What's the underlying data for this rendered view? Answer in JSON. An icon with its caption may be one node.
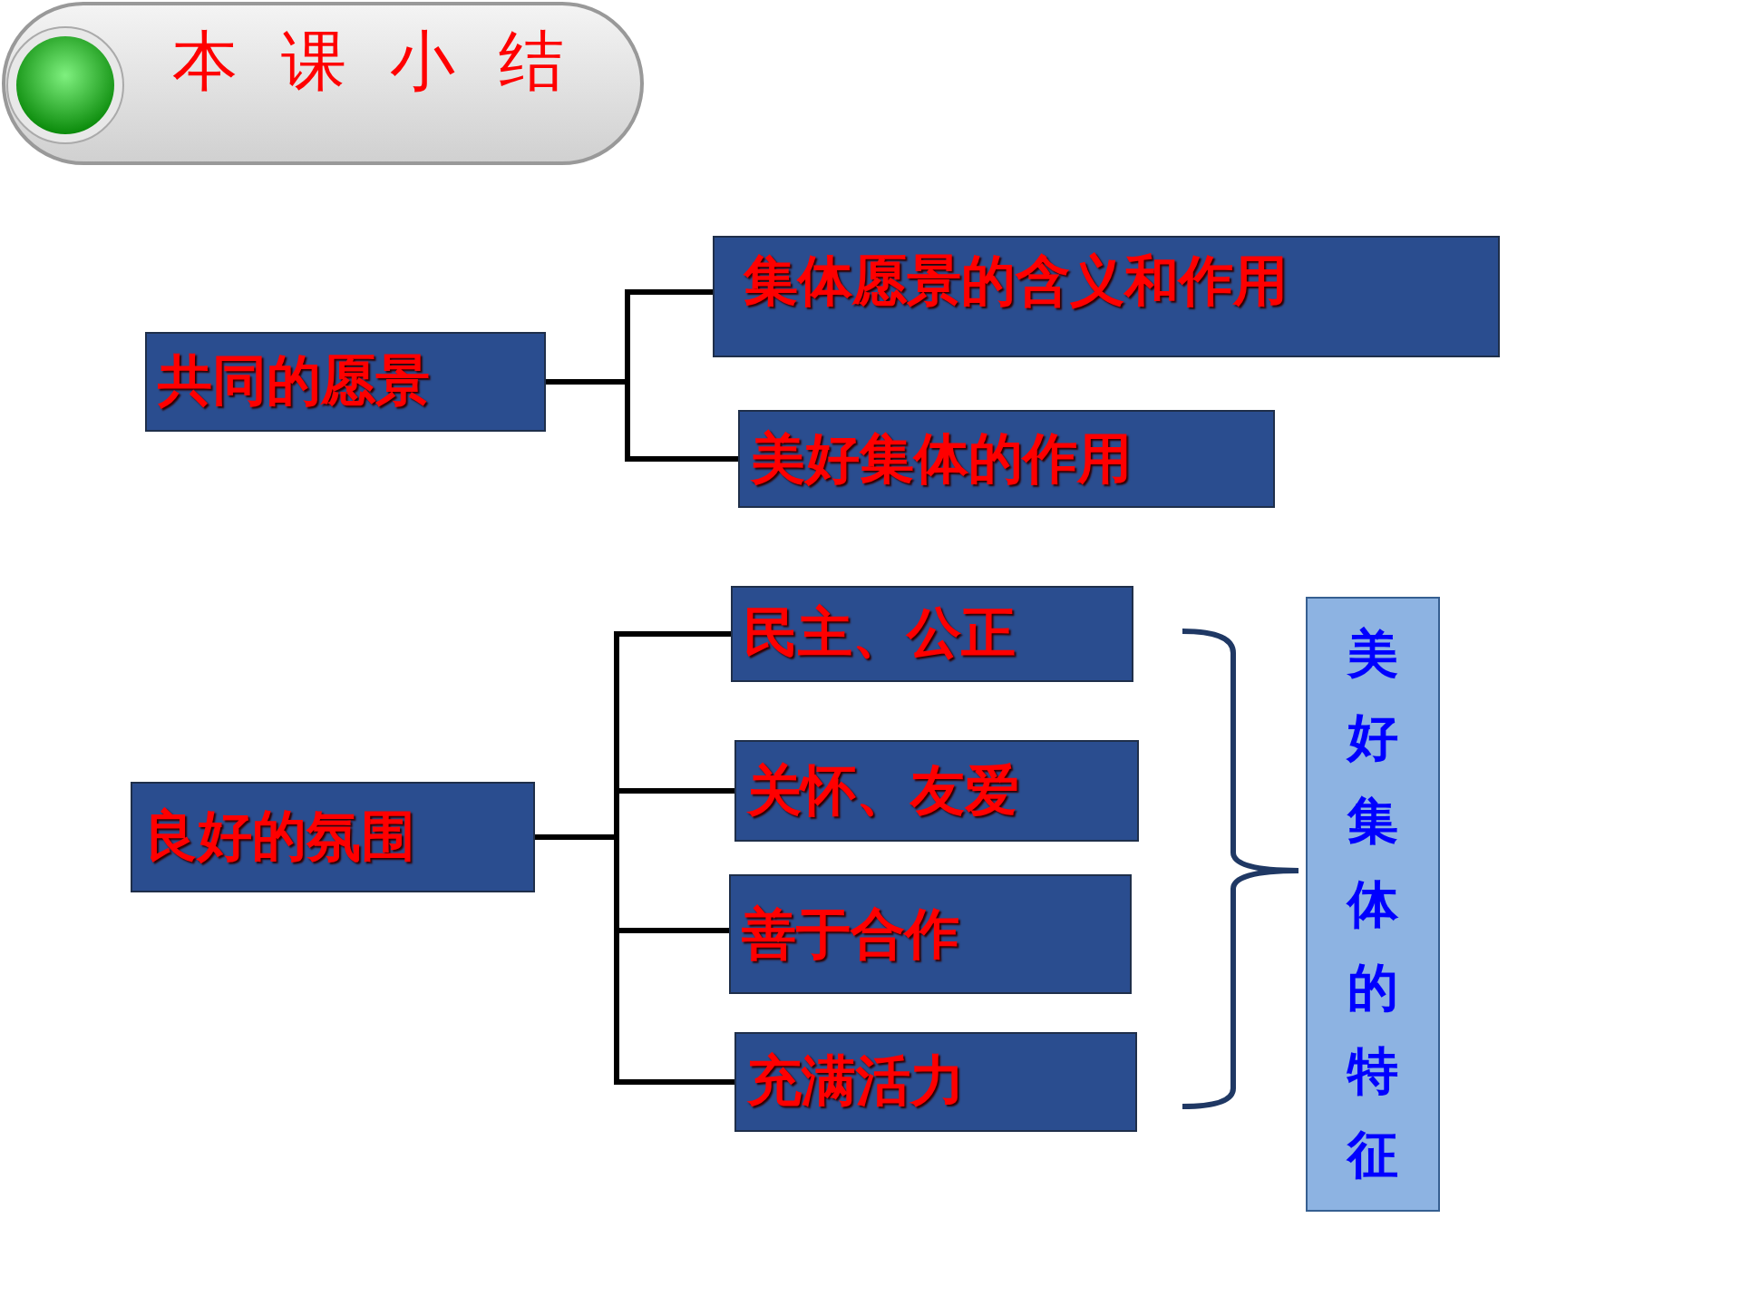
{
  "diagram": {
    "title": "本课小结",
    "nodes": [
      {
        "text": [
          "共同的愿景"
        ]
      },
      {
        "text": [
          "集体愿景的含义和作用"
        ]
      },
      {
        "text": [
          "美好集体的作用"
        ]
      },
      {
        "text": [
          "良好的氛围"
        ]
      },
      {
        "text": [
          "民主、公正"
        ]
      },
      {
        "text": [
          "关怀、友爱"
        ]
      },
      {
        "text": [
          "善于合作"
        ]
      },
      {
        "text": [
          "充满活力"
        ]
      },
      {
        "text": [
          "美好集体的特征"
        ]
      }
    ],
    "edges": [
      {
        "from": 0,
        "to": 1,
        "arrow": "none"
      },
      {
        "from": 0,
        "to": 2,
        "arrow": "none"
      },
      {
        "from": 3,
        "to": 4,
        "arrow": "none"
      },
      {
        "from": 3,
        "to": 5,
        "arrow": "none"
      },
      {
        "from": 3,
        "to": 6,
        "arrow": "none"
      },
      {
        "from": 3,
        "to": 7,
        "arrow": "none"
      }
    ]
  }
}
